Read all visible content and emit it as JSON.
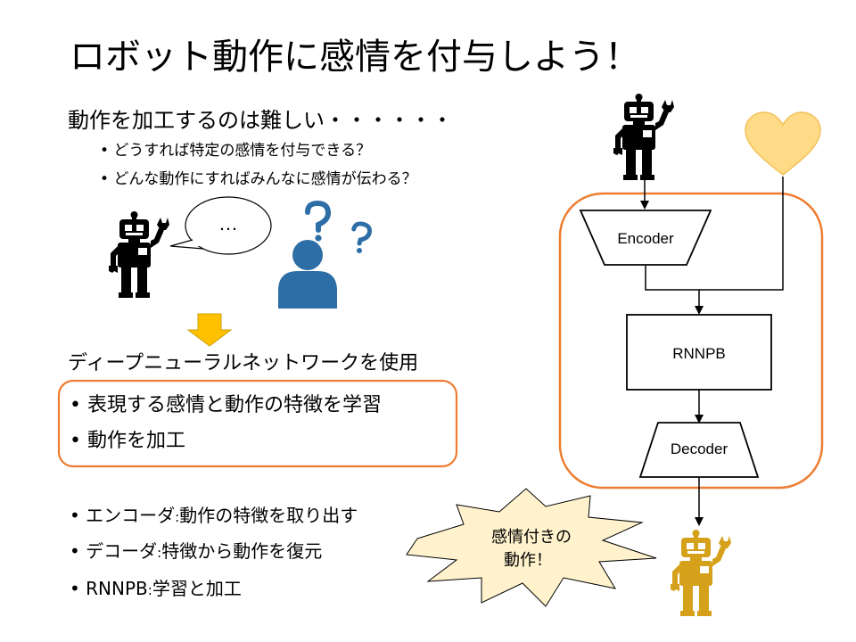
{
  "title": "ロボット動作に感情を付与しよう！",
  "subtitle": "動作を加工するのは難しい・・・・・・",
  "questions": [
    "どうすれば特定の感情を付与できる？",
    "どんな動作にすればみんなに感情が伝わる？"
  ],
  "bullet_char": "•",
  "speech_bubble_text": "…",
  "dl_heading": "ディープニューラルネットワークを使用",
  "box_items": [
    "表現する感情と動作の特徴を学習",
    "動作を加工"
  ],
  "definitions": [
    {
      "term": "エンコーダ",
      "sep": ":",
      "desc": "動作の特徴を取り出す"
    },
    {
      "term": "デコーダ",
      "sep": ":",
      "desc": "特徴から動作を復元"
    },
    {
      "term": "RNNPB",
      "sep": ":",
      "desc": "学習と加工"
    }
  ],
  "diagram": {
    "encoder_label": "Encoder",
    "rnnpb_label": "RNNPB",
    "decoder_label": "Decoder",
    "starburst_lines": [
      "感情付きの",
      "動作！"
    ]
  },
  "colors": {
    "orange_border": "#ED7D31",
    "robot_black": "#000000",
    "robot_gold": "#D6A11A",
    "heart": "#FFDA87",
    "heart_stroke": "#F2C25A",
    "person_blue": "#2E6EA6",
    "arrow_fill": "#FFC000",
    "arrow_stroke": "#C9A000",
    "starburst_fill": "#FFF2CC"
  },
  "icons": [
    "robot-icon",
    "heart-icon",
    "person-icon",
    "question-mark-icon",
    "down-arrow-icon",
    "speech-bubble-icon",
    "starburst-callout"
  ]
}
